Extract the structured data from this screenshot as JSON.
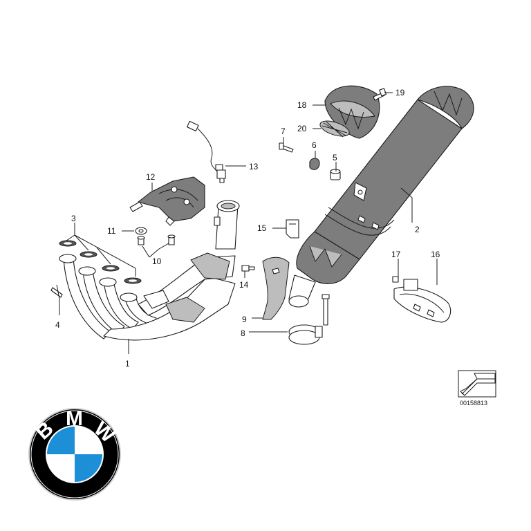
{
  "diagram": {
    "reference_number": "00158813",
    "callouts": [
      {
        "id": "c1",
        "label": "1"
      },
      {
        "id": "c2",
        "label": "2"
      },
      {
        "id": "c3",
        "label": "3"
      },
      {
        "id": "c4",
        "label": "4"
      },
      {
        "id": "c5",
        "label": "5"
      },
      {
        "id": "c6",
        "label": "6"
      },
      {
        "id": "c7",
        "label": "7"
      },
      {
        "id": "c8",
        "label": "8"
      },
      {
        "id": "c9",
        "label": "9"
      },
      {
        "id": "c10",
        "label": "10"
      },
      {
        "id": "c11",
        "label": "11"
      },
      {
        "id": "c12",
        "label": "12"
      },
      {
        "id": "c13",
        "label": "13"
      },
      {
        "id": "c14",
        "label": "14"
      },
      {
        "id": "c15",
        "label": "15"
      },
      {
        "id": "c16",
        "label": "16"
      },
      {
        "id": "c17",
        "label": "17"
      },
      {
        "id": "c18",
        "label": "18"
      },
      {
        "id": "c19",
        "label": "19"
      },
      {
        "id": "c20",
        "label": "20"
      }
    ]
  },
  "logo": {
    "letters": [
      "B",
      "M",
      "W"
    ],
    "colors": {
      "ring": "#000000",
      "blue": "#1c8fd6",
      "white": "#ffffff"
    }
  },
  "icons": {
    "view_direction": "view-direction-arrow-icon"
  }
}
